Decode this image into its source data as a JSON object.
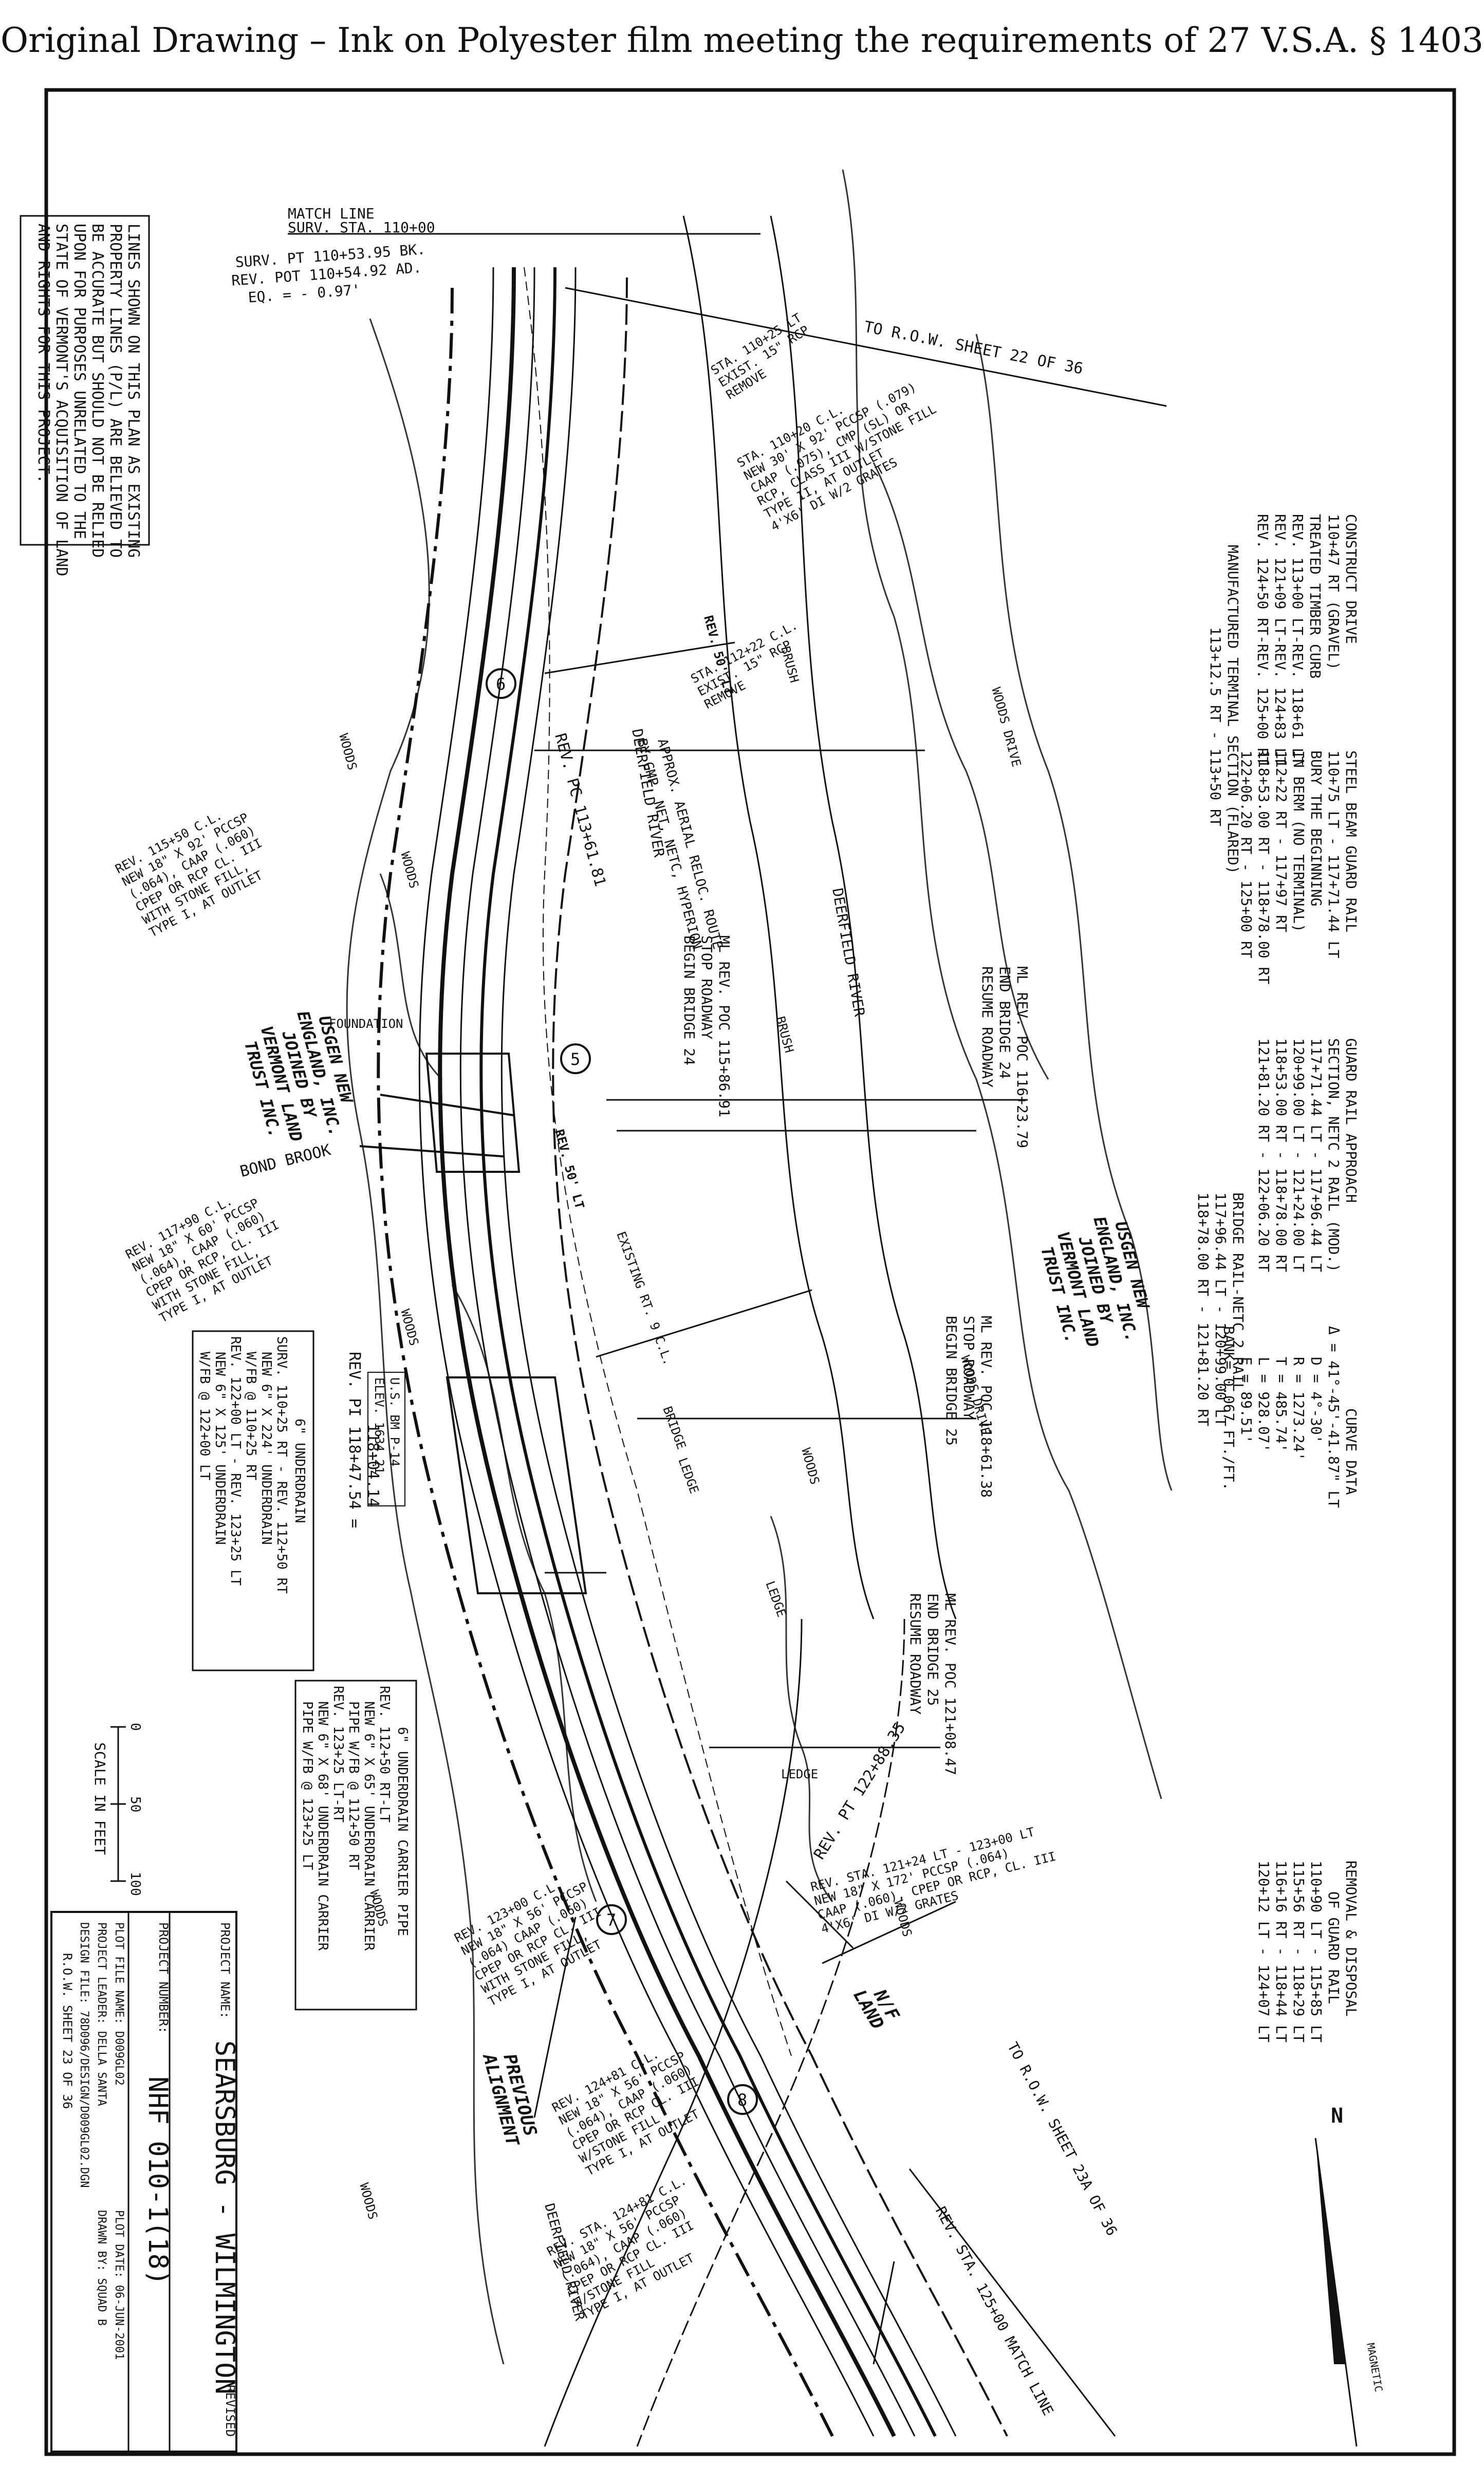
{
  "header": "Original Drawing – Ink on Polyester film meeting the requirements of 27 V.S.A. § 1403",
  "notes": {
    "property_lines": [
      "LINES SHOWN ON THIS PLAN AS EXISTING",
      "PROPERTY LINES (P/L) ARE BELIEVED TO",
      "BE ACCURATE BUT SHOULD NOT BE RELIED",
      "UPON FOR PURPOSES UNRELATED TO THE",
      "STATE OF VERMONT'S ACQUISITION OF LAND",
      "AND RIGHTS FOR THIS PROJECT."
    ]
  },
  "stations": {
    "match_line_top": [
      "MATCH LINE",
      "SURV. STA. 110+00"
    ],
    "surv_pt": [
      "SURV. PT 110+53.95 BK.",
      "REV. POT 110+54.92 AD.",
      "EQ. = - 0.97'"
    ],
    "to_row_22": "TO R.O.W. SHEET 22 OF 36",
    "to_row_23a": "TO R.O.W. SHEET 23A OF 36",
    "match_line_bottom": "REV. STA. 125+00 MATCH LINE",
    "rev_pc": "REV. PC 113+61.81",
    "rev_pi": [
      "REV. PI 118+47.54 =",
      "118+04.14"
    ],
    "rev_pt": "REV. PT 122+88.35",
    "bm": [
      "U.S. BM P-14",
      "ELEV. 1634.21"
    ]
  },
  "stop_labels": [
    {
      "lines": [
        "ML REV. POC 115+86.91",
        "STOP ROADWAY",
        "BEGIN BRIDGE 24"
      ]
    },
    {
      "lines": [
        "ML REV. POC 116+23.79",
        "END BRIDGE 24",
        "RESUME ROADWAY"
      ]
    },
    {
      "lines": [
        "ML REV. POC 118+61.38",
        "STOP ROADWAY",
        "BEGIN BRIDGE 25"
      ]
    },
    {
      "lines": [
        "ML REV. POC 121+08.47",
        "END BRIDGE 25",
        "RESUME ROADWAY"
      ]
    }
  ],
  "quantities": {
    "construct_drive": [
      "CONSTRUCT DRIVE",
      "110+47 RT (GRAVEL)"
    ],
    "timber_curb": [
      "TREATED TIMBER CURB",
      "REV. 113+00 LT-REV. 118+61 LT",
      "REV. 121+09 LT-REV. 124+83 LT",
      "REV. 124+50 RT-REV. 125+00 RT"
    ],
    "guard_rail": [
      "STEEL BEAM GUARD RAIL",
      "110+75 LT - 117+71.44 LT",
      "BURY THE BEGINNING",
      "IN BERM (NO TERMINAL)",
      "112+22 RT - 117+97 RT",
      "118+53.00 RT - 118+78.00 RT",
      "122+06.20 RT - 125+00 RT"
    ],
    "terminal": [
      "MANUFACTURED TERMINAL SECTION (FLARED)",
      "113+12.5 RT - 113+50 RT"
    ],
    "approach": [
      "GUARD RAIL APPROACH",
      "SECTION, NETC 2 RAIL (MOD.)",
      "117+71.44 LT - 117+96.44 LT",
      "120+99.00 LT - 121+24.00 LT",
      "118+53.00 RT - 118+78.00 RT",
      "121+81.20 RT - 122+06.20 RT"
    ],
    "bridge_rail": [
      "BRIDGE RAIL-NETC 2 RAIL",
      "117+96.44 LT - 120+99.00 LT",
      "118+78.00 RT - 121+81.20 RT"
    ],
    "removal": [
      "REMOVAL & DISPOSAL",
      "OF GUARD RAIL",
      "110+90 LT - 115+85 LT",
      "115+56 RT - 118+29 LT",
      "116+16 RT - 118+44 LT",
      "120+12 LT - 124+07 LT"
    ]
  },
  "curve_data": [
    "CURVE DATA",
    "Δ = 41°-45'-41.87\" LT",
    "D = 4°-30'",
    "R = 1273.24'",
    "T = 485.74'",
    "L = 928.07'",
    "E = 89.51'",
    "BANK= 0.067 FT./FT."
  ],
  "owner": [
    "USGEN NEW",
    "ENGLAND, INC.",
    "JOINED BY",
    "VERMONT LAND",
    "TRUST INC."
  ],
  "features": {
    "deerfield_river": "DEERFIELD RIVER",
    "bond_brook": "BOND BROOK",
    "woods": "WOODS",
    "brush": "BRUSH",
    "ledge": "LEDGE",
    "foundation": "FOUNDATION",
    "woods_drive": "WOODS DRIVE",
    "previous_alignment": [
      "PREVIOUS",
      "ALIGNMENT"
    ],
    "nf_land": [
      "N/F",
      "LAND"
    ],
    "aerial_reloc": [
      "APPROX. AERIAL RELOC. ROUTE",
      "BY GMP, NET, NETC, HYPERION"
    ],
    "bridge": "BRIDGE",
    "existing_rt9": "EXISTING RT. 9 C.L."
  },
  "culverts": [
    [
      "STA. 110+25 LT",
      "EXIST. 15\" RCP",
      "REMOVE"
    ],
    [
      "STA. 110+20 C.L.",
      "NEW 30' X 92' PCCSP (.079)",
      "CAAP (.075), CMP (SL) OR",
      "RCP, CLASS III W/STONE FILL",
      "TYPE II, AT OUTLET",
      "4'X6' DI W/2 GRATES"
    ],
    [
      "STA. 112+22 C.L.",
      "EXIST. 15\" RCP",
      "REMOVE"
    ],
    [
      "REV. 115+50 C.L.",
      "NEW 18\" X 92' PCCSP",
      "(.064), CAAP (.060)",
      "CPEP OR RCP CL. III",
      "WITH STONE FILL,",
      "TYPE I, AT OUTLET"
    ],
    [
      "REV. 117+90 C.L.",
      "NEW 18\" X 60' PCCSP",
      "(.064), CAAP (.060)",
      "CPEP OR RCP, CL. III",
      "WITH STONE FILL,",
      "TYPE I, AT OUTLET"
    ],
    [
      "REV. 123+00 C.L.",
      "NEW 18\" X 56' PCCSP",
      "(.064) CAAP (.060)",
      "CPEP OR RCP CL. III",
      "WITH STONE FILL,",
      "TYPE I, AT OUTLET"
    ],
    [
      "REV. 124+81 C.L.",
      "NEW 18\" X 56' PCCSP",
      "(.064), CAAP (.060)",
      "CPEP OR RCP CL. III",
      "W/STONE FILL",
      "TYPE I, AT OUTLET"
    ],
    [
      "REV. STA. 124+81 C.L.",
      "NEW 18\" X 56' PCCSP",
      "(.064), CAAP (.060)",
      "CPEP OR RCP CL. III",
      "W/STONE FILL",
      "TYPE I, AT OUTLET"
    ],
    [
      "REV. STA. 121+24 LT - 123+00 LT",
      "NEW 18\" X 172' PCCSP (.064)",
      "CAAP (.060), CPEP OR RCP, CL. III",
      "4'X6' DI W/2 GRATES"
    ]
  ],
  "underdrain_box_1": [
    "6\" UNDERDRAIN",
    "SURV. 110+25 RT - REV. 112+50 RT",
    "NEW 6\" X 224' UNDERDRAIN",
    "W/FB @ 110+25 RT",
    "REV. 122+00 LT - REV. 123+25 LT",
    "NEW 6\" X 125' UNDERDRAIN",
    "W/FB @ 122+00 LT"
  ],
  "underdrain_box_2": [
    "6\" UNDERDRAIN CARRIER PIPE",
    "REV. 112+50 RT-LT",
    "NEW 6\" X 65' UNDERDRAIN CARRIER",
    "PIPE W/FB @ 112+50 RT",
    "REV. 123+25 LT-RT",
    "NEW 6\" X 68' UNDERDRAIN CARRIER",
    "PIPE W/FB @ 123+25 LT"
  ],
  "callouts": {
    "five": "5",
    "six": "6",
    "seven": "7",
    "eight": "8"
  },
  "rev_labels": [
    "REV. 50' LT",
    "REV. 50' LT"
  ],
  "scale": {
    "ticks": [
      "0",
      "50",
      "100"
    ],
    "label": "SCALE IN FEET"
  },
  "title_block": {
    "project_name_label": "PROJECT NAME:",
    "project_name": "SEARSBURG - WILMINGTON",
    "project_number_label": "PROJECT NUMBER:",
    "project_number": "NHF 010-1(18)",
    "plot_file": "PLOT FILE NAME: D009GL02",
    "plot_date": "PLOT DATE: 06-JUN-2001",
    "project_leader": "PROJECT LEADER: DELLA SANTA",
    "drawn_by": "DRAWN BY: SQUAD B",
    "design_file": "DESIGN FILE: 78D096/DESIGN/D009GL02.DGN",
    "sheet": "R.O.W. SHEET 23 OF 36",
    "revised": "REVISED"
  },
  "north": {
    "label": "N",
    "magnetic": "MAGNETIC"
  }
}
